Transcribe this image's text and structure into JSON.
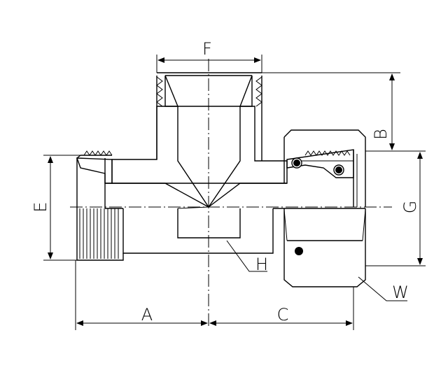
{
  "labels": {
    "A": "A",
    "B": "B",
    "C": "C",
    "E": "E",
    "F": "F",
    "G": "G",
    "H": "H",
    "W": "W"
  }
}
